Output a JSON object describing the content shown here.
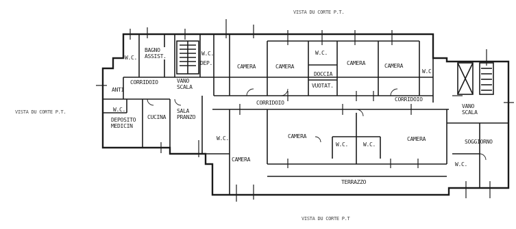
{
  "views": {
    "top": "VISTA DU CORTE P.T.",
    "left": "VISTA DU CORTE P.T.",
    "bottom": "VISTA DU CORTE P.T"
  },
  "rooms": {
    "wc_top_left": "W.C.",
    "bagno_assist": "BAGNO\nASSIST.",
    "wc_stair": "W.C.",
    "dep": "DEP.",
    "camera_1": "CAMERA",
    "camera_2": "CAMERA",
    "wc_center": "W.C.",
    "camera_3": "CAMERA",
    "camera_4": "CAMERA",
    "wc_right": "W.C.",
    "doccia": "DOCCIA",
    "vuotat": "VUOTAT.",
    "corridoio_left": "CORRIDOIO",
    "vano_scala_left": "VANO\nSCALA",
    "anti": "ANTI",
    "wc_anti": "W.C.",
    "corridoio_center": "CORRIDOIO",
    "corridoio_right": "CORRIDOIO",
    "vano_scala_right": "VANO\nSCALA",
    "deposito_medicin": "DEPOSITO\nMEDICIN",
    "cucina": "CUCINA",
    "sala_pranzo": "SALA\nPRANZO",
    "wc_lower": "W.C.",
    "camera_5": "CAMERA",
    "camera_6": "CAMERA",
    "wc_lower_a": "W.C.",
    "wc_lower_b": "W.C.",
    "camera_7": "CAMERA",
    "soggiorno": "SOGGIORNO",
    "wc_soggiorno": "W.C.",
    "terrazzo": "TERRAZZO"
  }
}
